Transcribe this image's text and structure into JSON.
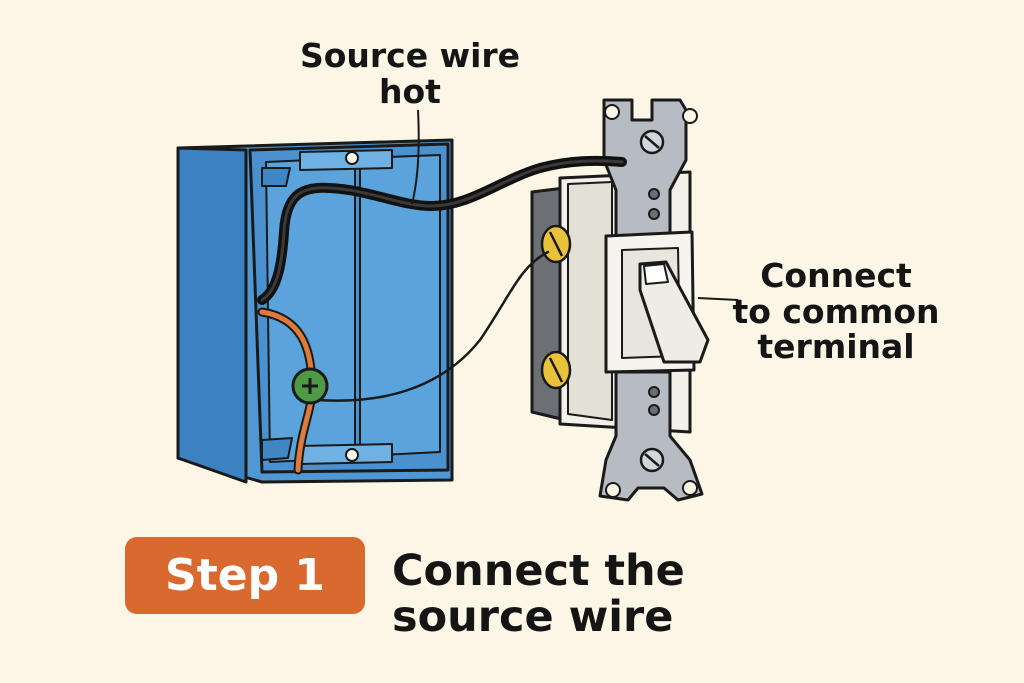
{
  "callouts": {
    "source_wire": [
      "Source wire",
      "hot"
    ],
    "common_terminal": [
      "Connect",
      "to common",
      "terminal"
    ]
  },
  "step": {
    "badge": "Step 1",
    "title": [
      "Connect the",
      "source wire"
    ]
  },
  "colors": {
    "background": "#fbf6e6",
    "box_blue": "#4f98d3",
    "box_blue_dark": "#3b7fbf",
    "outline": "#1a1a1a",
    "hot_wire": "#111111",
    "ground_wire": "#e07a3a",
    "ground_screw": "#4f9a47",
    "terminal_screw": "#e8c23a",
    "strap_metal": "#b7bcc2",
    "switch_body": "#f2f0e8",
    "step_badge": "#d9692e"
  },
  "icons": [
    "electrical-box-icon",
    "light-switch-icon",
    "ground-screw-icon",
    "terminal-screw-icon"
  ]
}
